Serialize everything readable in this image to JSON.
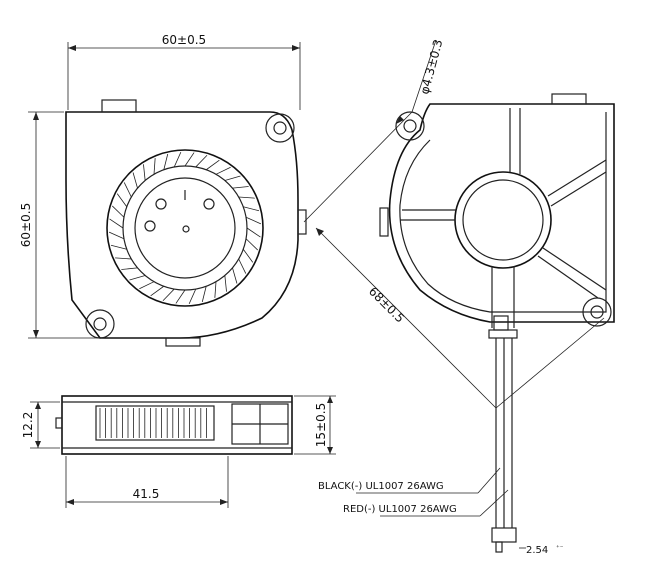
{
  "dimensions": {
    "top_width": "60±0.5",
    "left_height": "60±0.5",
    "hole_diameter": "φ4.3±0.3",
    "diagonal": "68±0.5",
    "side_height_left": "12.2",
    "side_height_right": "15±0.5",
    "bottom_width": "41.5",
    "pin_pitch": "2.54"
  },
  "wires": {
    "black": "BLACK(-) UL1007 26AWG",
    "red": "RED(-) UL1007 26AWG"
  }
}
